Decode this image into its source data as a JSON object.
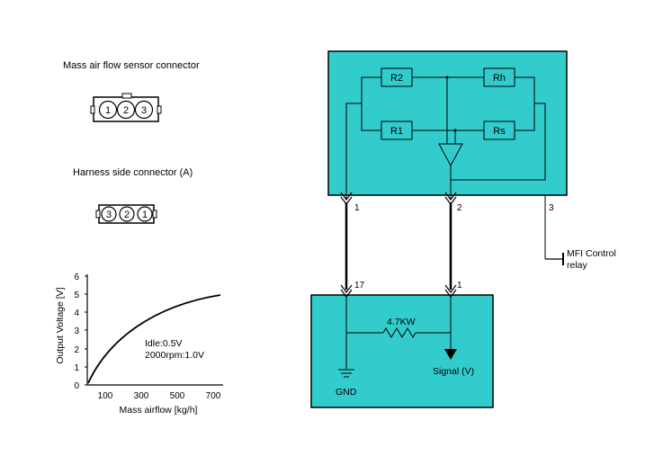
{
  "connectors": {
    "sensor_title": "Mass air flow sensor connector",
    "harness_title": "Harness side connector (A)",
    "sensor_pins": [
      "1",
      "2",
      "3"
    ],
    "harness_pins": [
      "3",
      "2",
      "1"
    ]
  },
  "graph": {
    "ylabel": "Output Voltage [V]",
    "xlabel": "Mass airflow [kg/h]",
    "y_ticks": [
      "0",
      "1",
      "2",
      "3",
      "4",
      "5",
      "6"
    ],
    "x_ticks": [
      "100",
      "300",
      "500",
      "700"
    ],
    "note_line1": "Idle:0.5V",
    "note_line2": "2000rpm:1.0V"
  },
  "sensor_box": {
    "resistors": {
      "r2": "R2",
      "rh": "Rh",
      "r1": "R1",
      "rs": "Rs"
    },
    "pin_labels": {
      "p1": "1",
      "p2": "2",
      "p3": "3"
    },
    "color": "#33cccc"
  },
  "relay_label_line1": "MFI Control",
  "relay_label_line2": "relay",
  "ecu_box": {
    "pin_labels": {
      "p17": "17",
      "p1": "1"
    },
    "resistor_label": "4.7KW",
    "gnd_label": "GND",
    "signal_label": "Signal (V)",
    "color": "#33cccc"
  }
}
